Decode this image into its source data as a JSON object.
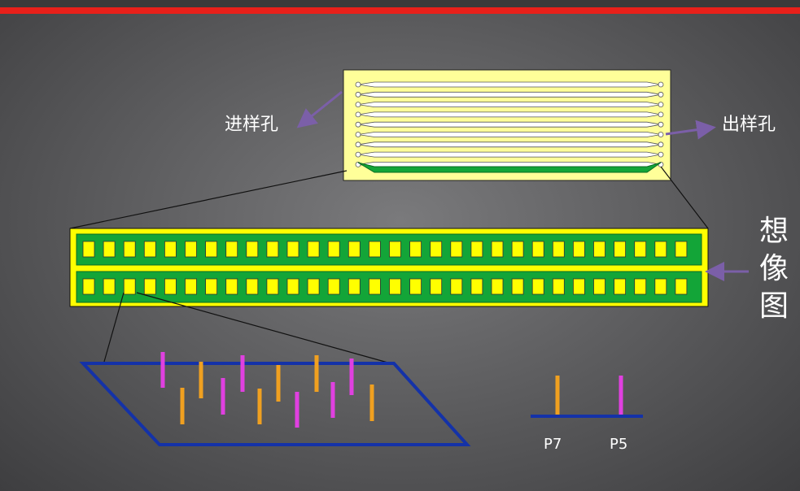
{
  "labels": {
    "inlet": "进样孔",
    "outlet": "出样孔",
    "concept": "想像图"
  },
  "peaks": {
    "p7": "P7",
    "p5": "P5"
  },
  "colors": {
    "chip_yellow": "#ffff99",
    "lane_green": "#13a538",
    "pad_yellow": "#ffff00",
    "line_blue": "#1432a8",
    "magenta": "#e040e0",
    "orange": "#f0a020",
    "arrow_purple": "#7b5fa8",
    "title_red": "#e8201a"
  },
  "icons": [
    "arrow-inlet-icon",
    "arrow-outlet-icon",
    "arrow-concept-icon"
  ]
}
